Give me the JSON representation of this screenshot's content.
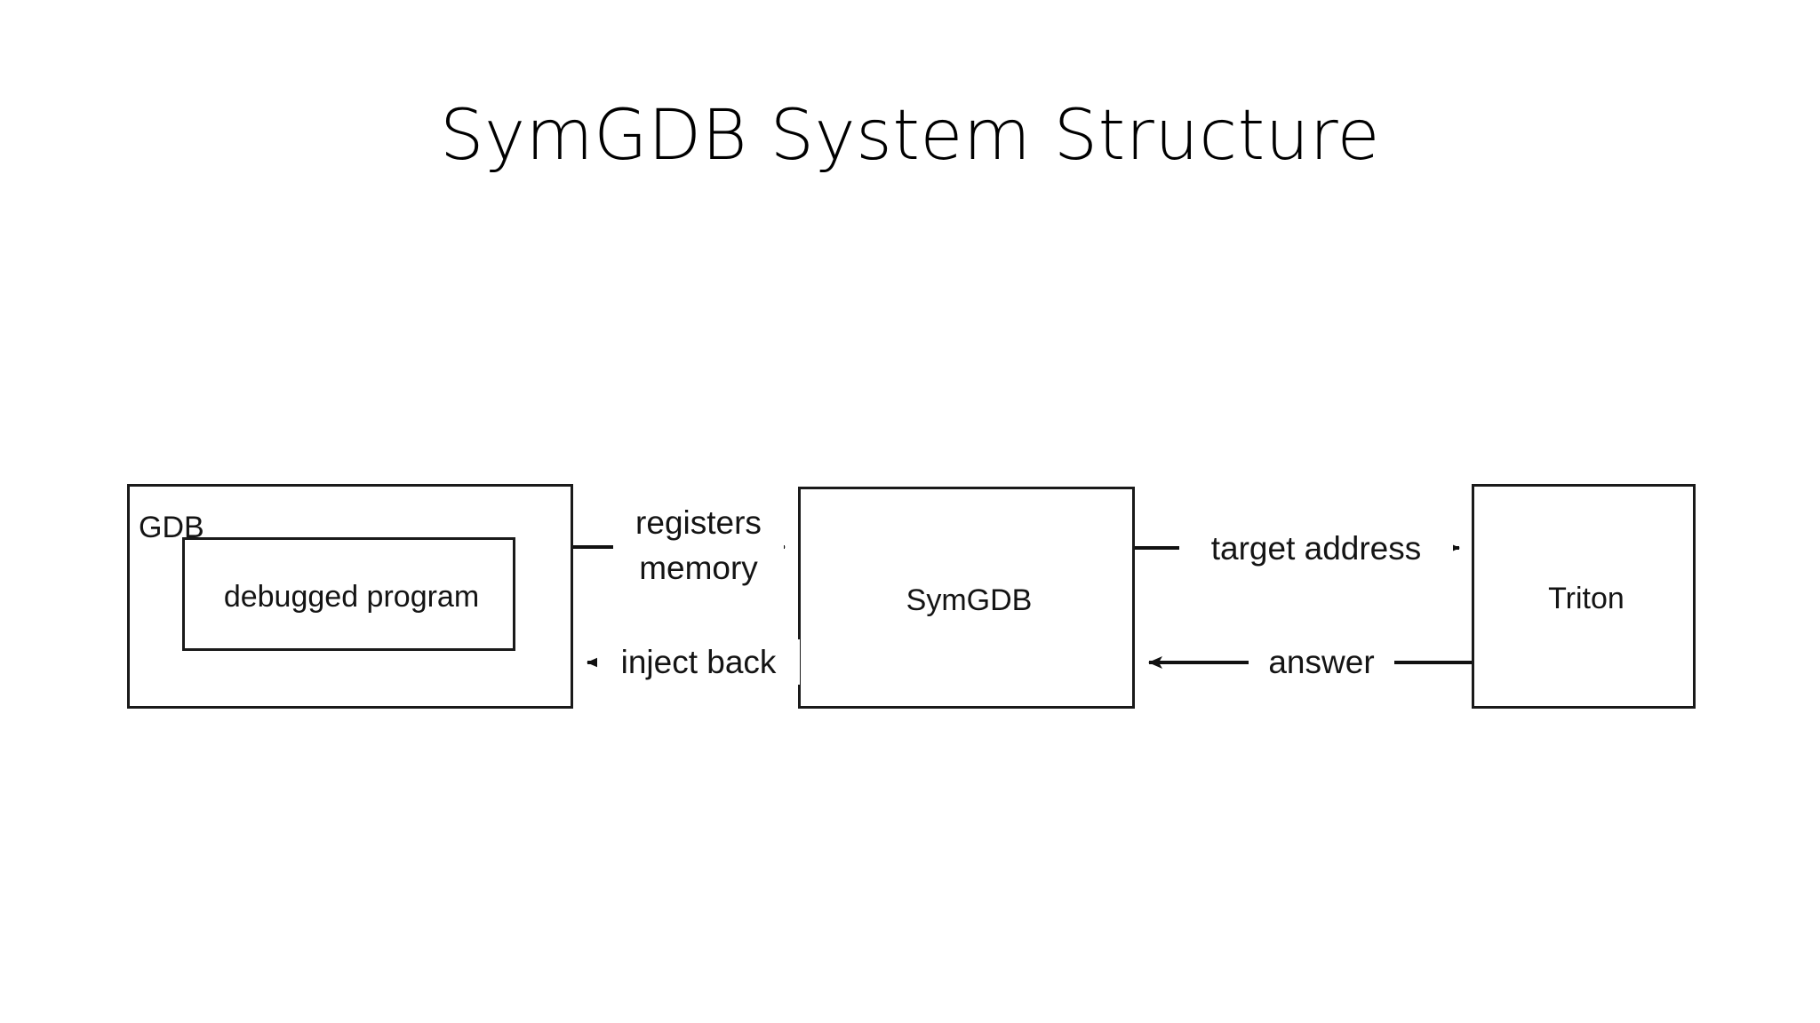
{
  "slide": {
    "title": "SymGDB System Structure",
    "background_color": "#ffffff",
    "line_color": "#1a1a1a",
    "text_color": "#141414"
  },
  "diagram": {
    "type": "block-diagram",
    "nodes": [
      {
        "id": "gdb",
        "label": "GDB",
        "label_position": "top-left",
        "children": [
          {
            "id": "debugged-program",
            "label": "debugged program"
          }
        ]
      },
      {
        "id": "symgdb",
        "label": "SymGDB",
        "label_position": "center"
      },
      {
        "id": "triton",
        "label": "Triton",
        "label_position": "center"
      }
    ],
    "edges": [
      {
        "id": "gdb-to-symgdb",
        "from": "gdb",
        "to": "symgdb",
        "direction": "right",
        "label_lines": [
          "registers",
          "memory"
        ]
      },
      {
        "id": "symgdb-to-gdb",
        "from": "symgdb",
        "to": "gdb",
        "direction": "left",
        "label": "inject back"
      },
      {
        "id": "symgdb-to-triton",
        "from": "symgdb",
        "to": "triton",
        "direction": "right",
        "label": "target address"
      },
      {
        "id": "triton-to-symgdb",
        "from": "triton",
        "to": "symgdb",
        "direction": "left",
        "label": "answer"
      }
    ]
  }
}
